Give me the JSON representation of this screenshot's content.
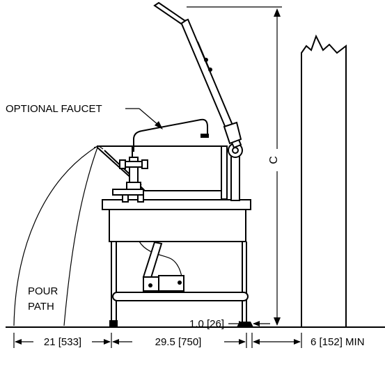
{
  "labels": {
    "optional_faucet": "OPTIONAL FAUCET",
    "pour_line1": "POUR",
    "pour_line2": "PATH",
    "dim_c": "C",
    "dim_21": "21 [533]",
    "dim_29_5": "29.5 [750]",
    "dim_1_0": "1.0 [26]",
    "dim_6": "6 [152] MIN"
  }
}
